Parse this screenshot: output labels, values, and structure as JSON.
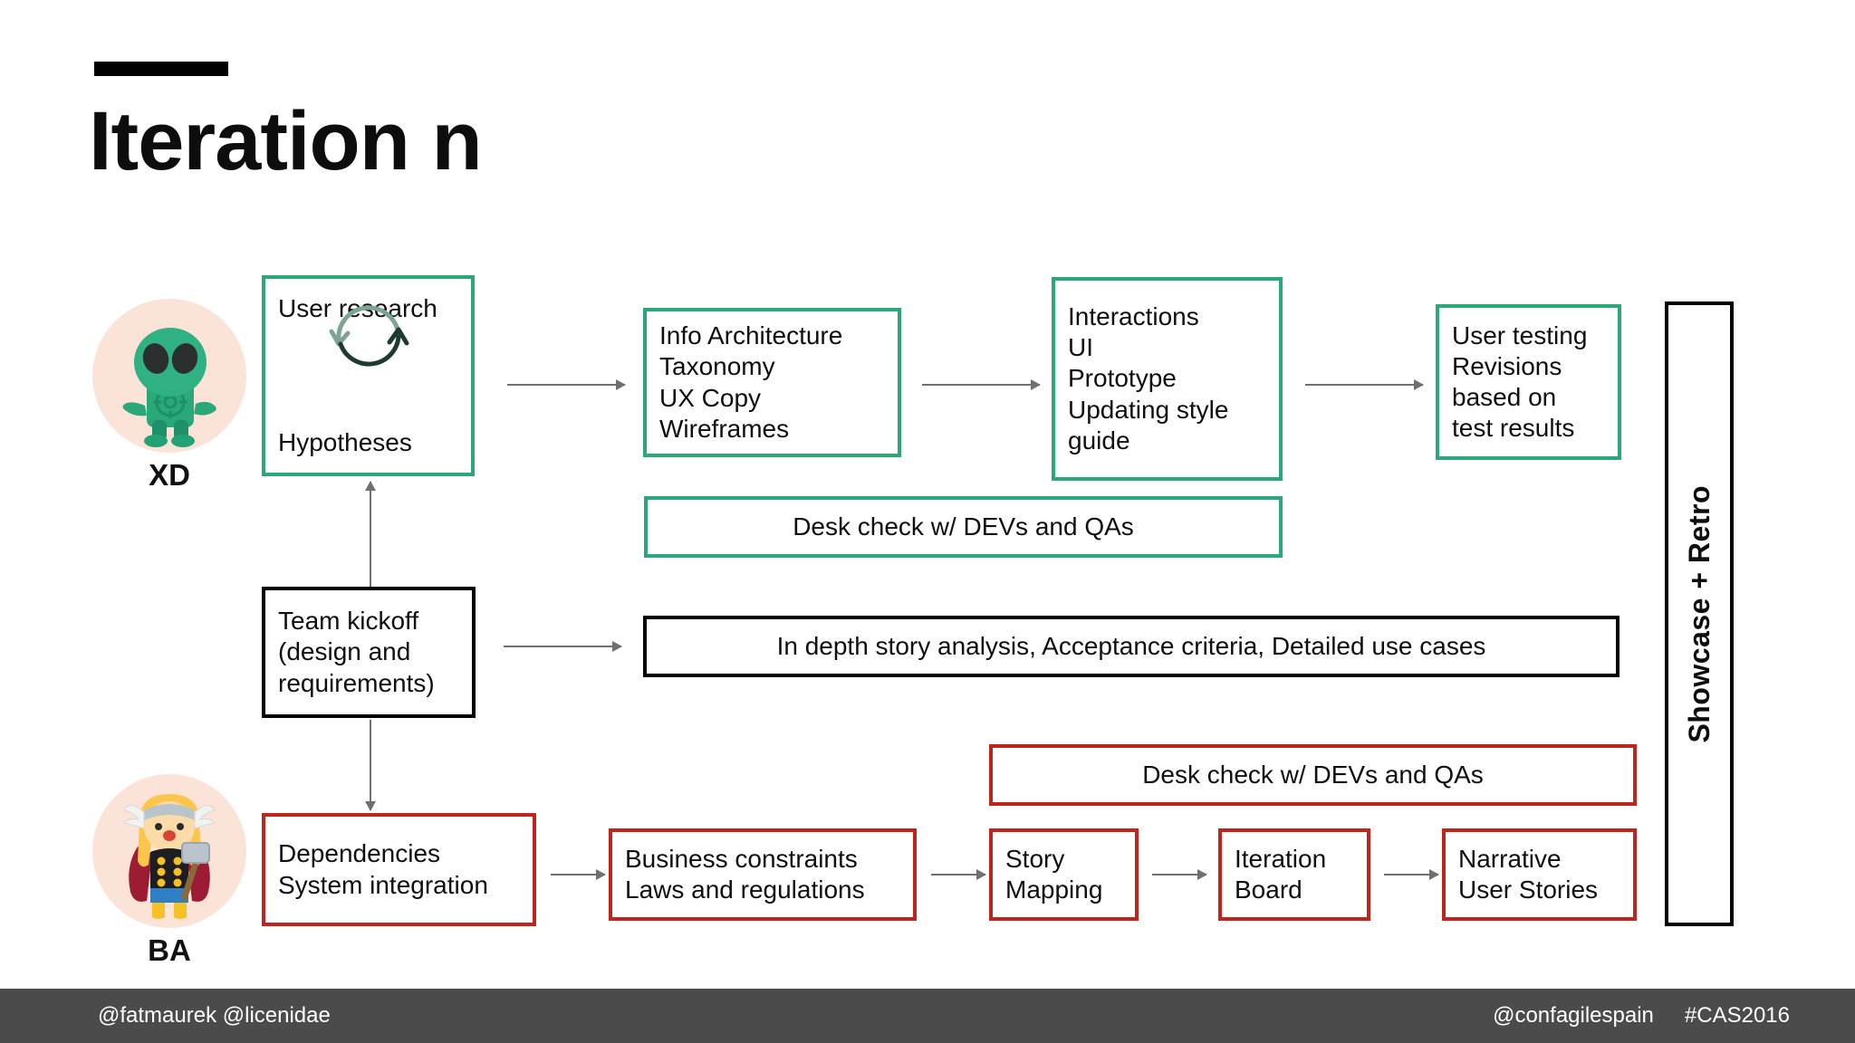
{
  "slide": {
    "title": "Iteration n",
    "accent_green": "#2aa877",
    "accent_red": "#c0241c",
    "accent_black": "#000000",
    "avatar_disc_color": "#fbe3d8",
    "footer_bg": "#4b4b4b"
  },
  "lanes": {
    "xd": {
      "label": "XD",
      "avatar": "alien-avatar"
    },
    "ba": {
      "label": "BA",
      "avatar": "viking-thor-avatar"
    }
  },
  "xd_row": {
    "user_research": {
      "top_text": "User research",
      "icon": "cycle-arrows-icon",
      "bottom_text": "Hypotheses"
    },
    "info_architecture": "Info Architecture\nTaxonomy\nUX Copy\nWireframes",
    "interactions": "Interactions\nUI\nPrototype\nUpdating style\nguide",
    "user_testing": "User testing\nRevisions\nbased on\ntest results",
    "desk_check": "Desk check w/ DEVs and QAs"
  },
  "middle_row": {
    "team_kickoff": "Team kickoff\n(design and\nrequirements)",
    "story_analysis": "In depth story analysis, Acceptance criteria, Detailed use cases"
  },
  "ba_row": {
    "desk_check": "Desk check w/ DEVs and QAs",
    "dependencies": "Dependencies\nSystem integration",
    "business_constraints": "Business constraints\nLaws and regulations",
    "story_mapping": "Story\nMapping",
    "iteration_board": "Iteration\nBoard",
    "narrative_user_stories": "Narrative\nUser Stories"
  },
  "showcase": {
    "label": "Showcase + Retro"
  },
  "footer": {
    "left": "@fatmaurek @licenidae",
    "right_handle": "@confagilespain",
    "right_hashtag": "#CAS2016"
  }
}
